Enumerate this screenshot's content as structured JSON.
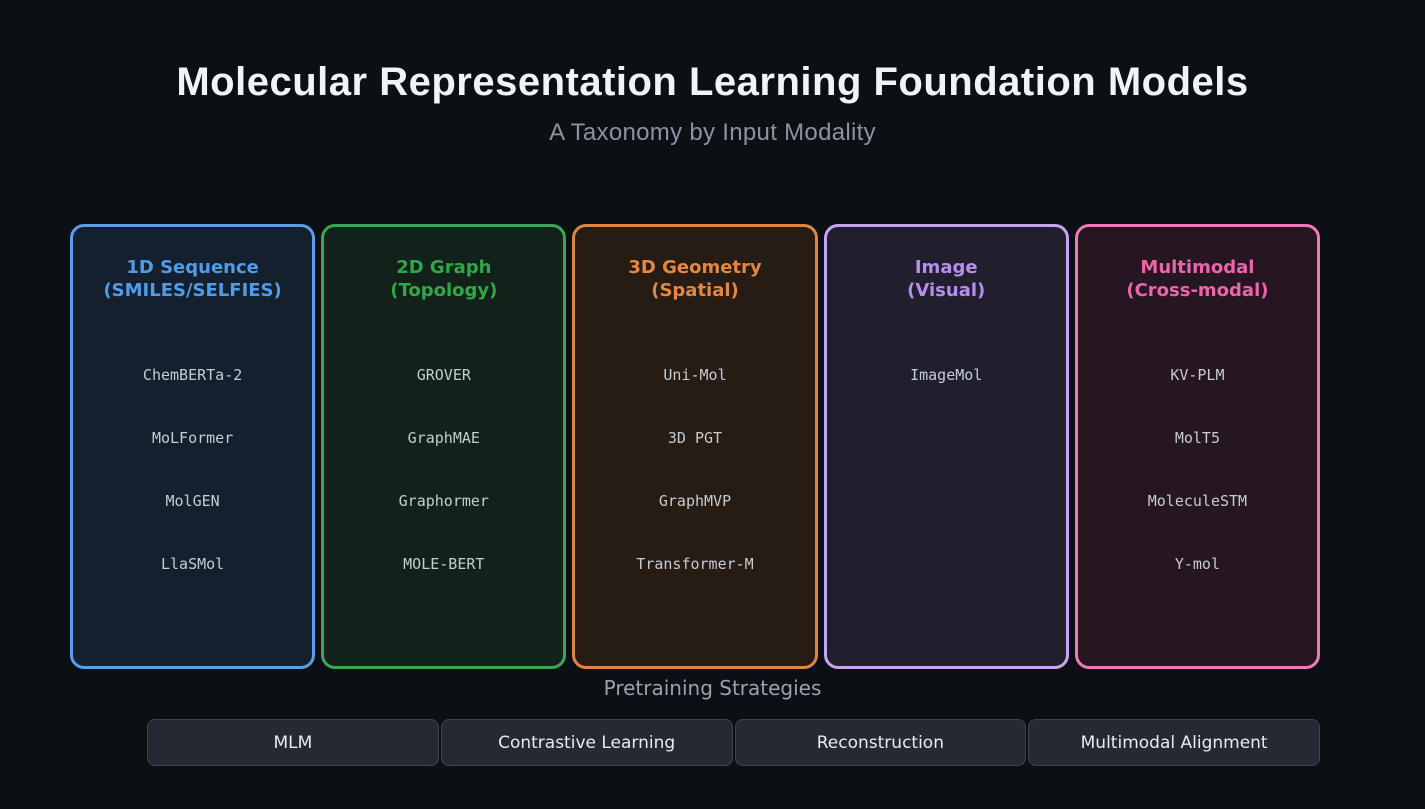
{
  "page": {
    "title": "Molecular Representation Learning Foundation Models",
    "subtitle": "A Taxonomy by Input Modality",
    "background_color": "#0c0f14"
  },
  "categories": [
    {
      "title_line1": "1D Sequence",
      "title_line2": "(SMILES/SELFIES)",
      "colors": {
        "header": "#4f9ce8",
        "border": "#5b9ee8",
        "background": "#14202e"
      },
      "models": [
        "ChemBERTa-2",
        "MoLFormer",
        "MolGEN",
        "LlaSMol"
      ]
    },
    {
      "title_line1": "2D Graph",
      "title_line2": "(Topology)",
      "colors": {
        "header": "#2fa847",
        "border": "#3ba755",
        "background": "#12211a"
      },
      "models": [
        "GROVER",
        "GraphMAE",
        "Graphormer",
        "MOLE-BERT"
      ]
    },
    {
      "title_line1": "3D Geometry",
      "title_line2": "(Spatial)",
      "colors": {
        "header": "#e5873f",
        "border": "#e08540",
        "background": "#261c14"
      },
      "models": [
        "Uni-Mol",
        "3D PGT",
        "GraphMVP",
        "Transformer-M"
      ]
    },
    {
      "title_line1": "Image",
      "title_line2": "(Visual)",
      "colors": {
        "header": "#b78df0",
        "border": "#c7a4f0",
        "background": "#211f2e"
      },
      "models": [
        "ImageMol"
      ]
    },
    {
      "title_line1": "Multimodal",
      "title_line2": "(Cross-modal)",
      "colors": {
        "header": "#ee64ab",
        "border": "#ef7ab6",
        "background": "#251622"
      },
      "models": [
        "KV-PLM",
        "MolT5",
        "MoleculeSTM",
        "Y-mol"
      ]
    }
  ],
  "strategies": {
    "label": "Pretraining Strategies",
    "items": [
      "MLM",
      "Contrastive Learning",
      "Reconstruction",
      "Multimodal Alignment"
    ],
    "button_background": "#252a32",
    "button_border": "#3e444e"
  }
}
